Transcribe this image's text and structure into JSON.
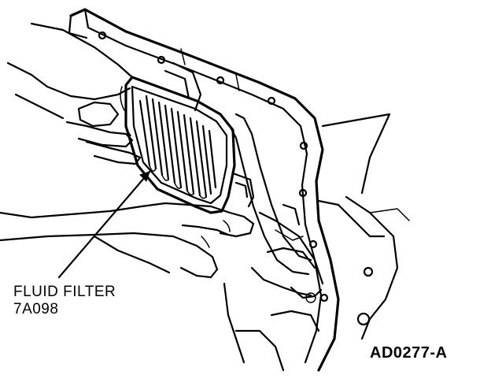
{
  "callout": {
    "name": "FLUID FILTER",
    "part_number": "7A098"
  },
  "figure_id": "AD0277-A",
  "ink_color": "#000000",
  "background_color": "#ffffff"
}
